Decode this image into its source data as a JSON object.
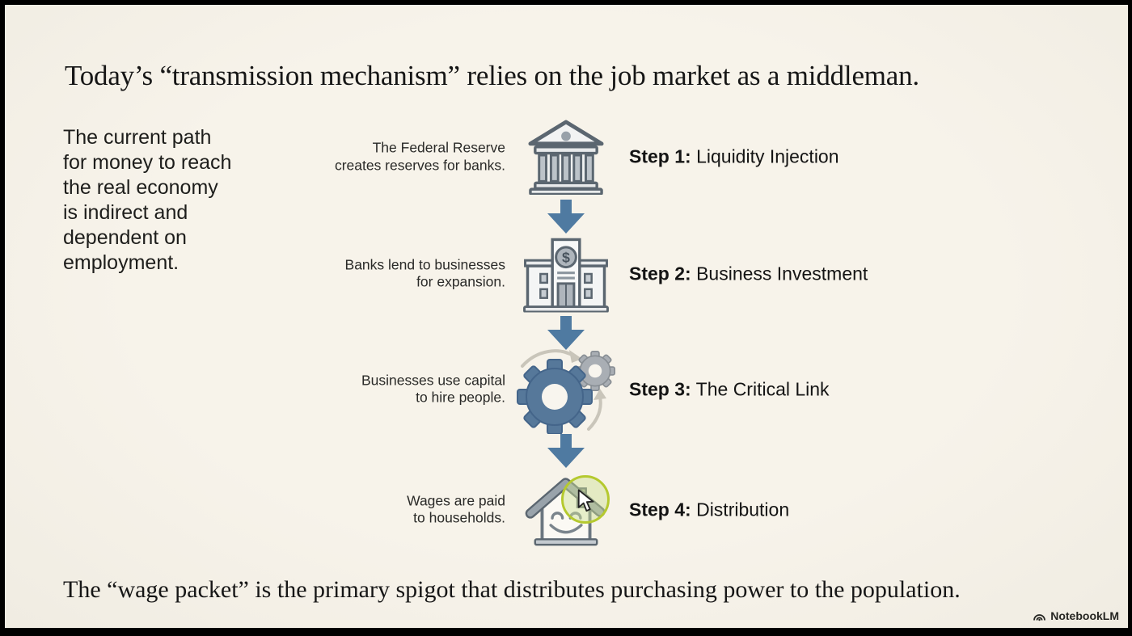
{
  "title": "Today’s “transmission mechanism” relies on the job market as a middleman.",
  "intro_lines": [
    "The current path",
    "for money to reach",
    "the real economy",
    "is indirect and",
    "dependent on",
    "employment."
  ],
  "steps": [
    {
      "icon": "federal-reserve-bank-icon",
      "desc_lines": [
        "The Federal Reserve",
        "creates reserves for banks."
      ],
      "label_prefix": "Step 1:",
      "label_title": "Liquidity Injection"
    },
    {
      "icon": "business-bank-icon",
      "desc_lines": [
        "Banks lend to businesses",
        "for expansion."
      ],
      "label_prefix": "Step 2:",
      "label_title": "Business Investment"
    },
    {
      "icon": "gears-icon",
      "desc_lines": [
        "Businesses use capital",
        "to hire people."
      ],
      "label_prefix": "Step 3:",
      "label_title": "The Critical Link"
    },
    {
      "icon": "house-icon",
      "desc_lines": [
        "Wages are paid",
        "to households."
      ],
      "label_prefix": "Step 4:",
      "label_title": "Distribution"
    }
  ],
  "footer": "The “wage packet” is the primary spigot that distributes purchasing power to the population.",
  "brand": "NotebookLM",
  "colors": {
    "background": "#f6f2e9",
    "frame": "#000000",
    "arrow_blue": "#4f7aa1",
    "gear_blue": "#56789a",
    "gear_gray": "#a9aeb4",
    "icon_outline": "#5b6670",
    "icon_light_fill": "#f2f3f3",
    "icon_mid_gray": "#bcc3c9",
    "highlight_green": "#b5c92f",
    "text": "#1c1c1c"
  }
}
